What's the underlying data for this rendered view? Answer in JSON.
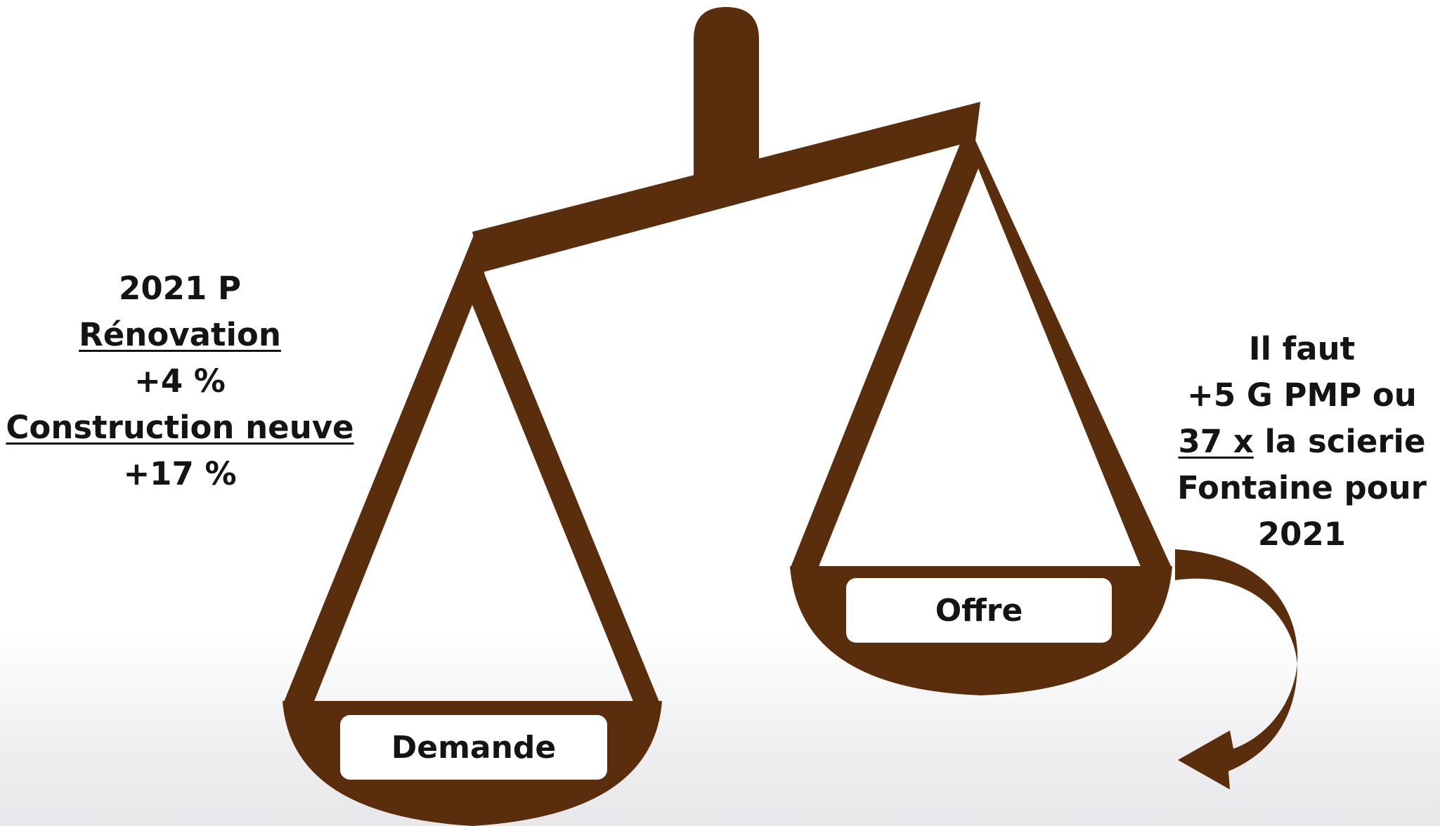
{
  "colors": {
    "scale": "#5a2d0c",
    "text": "#141414",
    "label_bg": "#ffffff"
  },
  "icons": {
    "scale": "balance-scale-icon",
    "arrow": "curved-arrow-down-icon"
  },
  "left_note": {
    "line1": "2021 P",
    "line2": "Rénovation",
    "line3": "+4 %",
    "line4": "Construction neuve",
    "line5": "+17 %"
  },
  "right_note": {
    "line1": "Il faut",
    "line2": "+5 G PMP ou",
    "line3_emphasis": "37 x",
    "line3_rest": " la scierie",
    "line4": "Fontaine pour",
    "line5": "2021"
  },
  "pans": {
    "left_label": "Demande",
    "right_label": "Offre"
  }
}
